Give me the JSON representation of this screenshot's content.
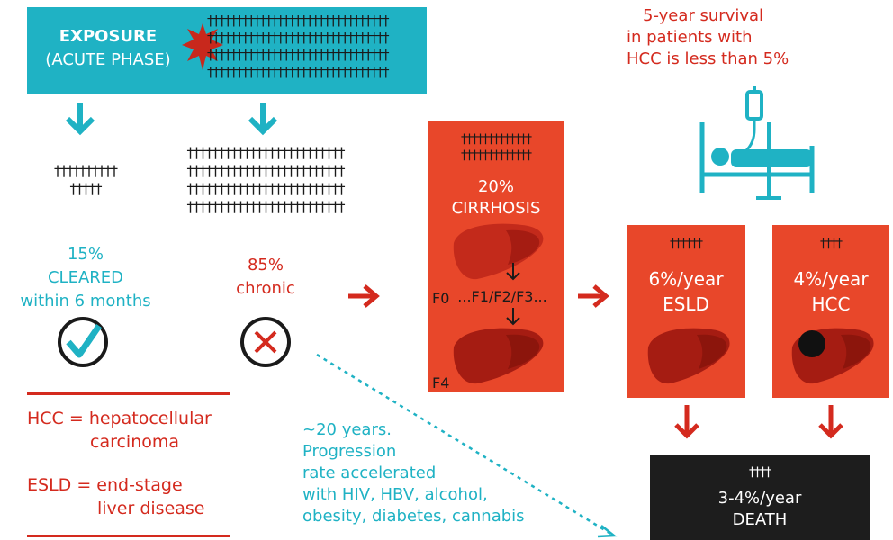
{
  "exposure": {
    "line1": "EXPOSURE",
    "line2": "(ACUTE PHASE)",
    "crowd": [
      "†††††††††††††††††††††††††††††††"
    ]
  },
  "cleared": {
    "pct": "15%",
    "label": "CLEARED",
    "sub": "within 6 months",
    "people_row1": "††††††††††",
    "people_row2": "†††††"
  },
  "chronic": {
    "pct": "85%",
    "label": "chronic",
    "people_row": "†††††††††††††††††††††††††"
  },
  "cirrhosis": {
    "pct": "20%",
    "label": "CIRRHOSIS",
    "people_row": "†††††††††††††",
    "f0": "F0",
    "stages": "...F1/F2/F3...",
    "f4": "F4"
  },
  "esld": {
    "rate": "6%/year",
    "label": "ESLD",
    "people": "††††††"
  },
  "hcc": {
    "rate": "4%/year",
    "label": "HCC",
    "people": "††††"
  },
  "death": {
    "people": "††††",
    "rate": "3-4%/year",
    "label": "DEATH"
  },
  "survival": {
    "line1": "5-year survival",
    "line2": "in patients with",
    "line3": "HCC is less than 5%"
  },
  "glossary": {
    "hcc_1": "HCC = hepatocellular",
    "hcc_2": "carcinoma",
    "esld_1": "ESLD = end-stage",
    "esld_2": "liver disease"
  },
  "progression": {
    "line1": "~20 years.",
    "line2": "Progression",
    "line3": "rate accelerated",
    "line4": "with HIV, HBV, alcohol,",
    "line5": "obesity, diabetes, cannabis"
  },
  "colors": {
    "teal": "#1fb2c4",
    "red": "#d42a1e",
    "orange": "#e8472a",
    "dark_red": "#a51c12",
    "black": "#1d1d1d"
  }
}
